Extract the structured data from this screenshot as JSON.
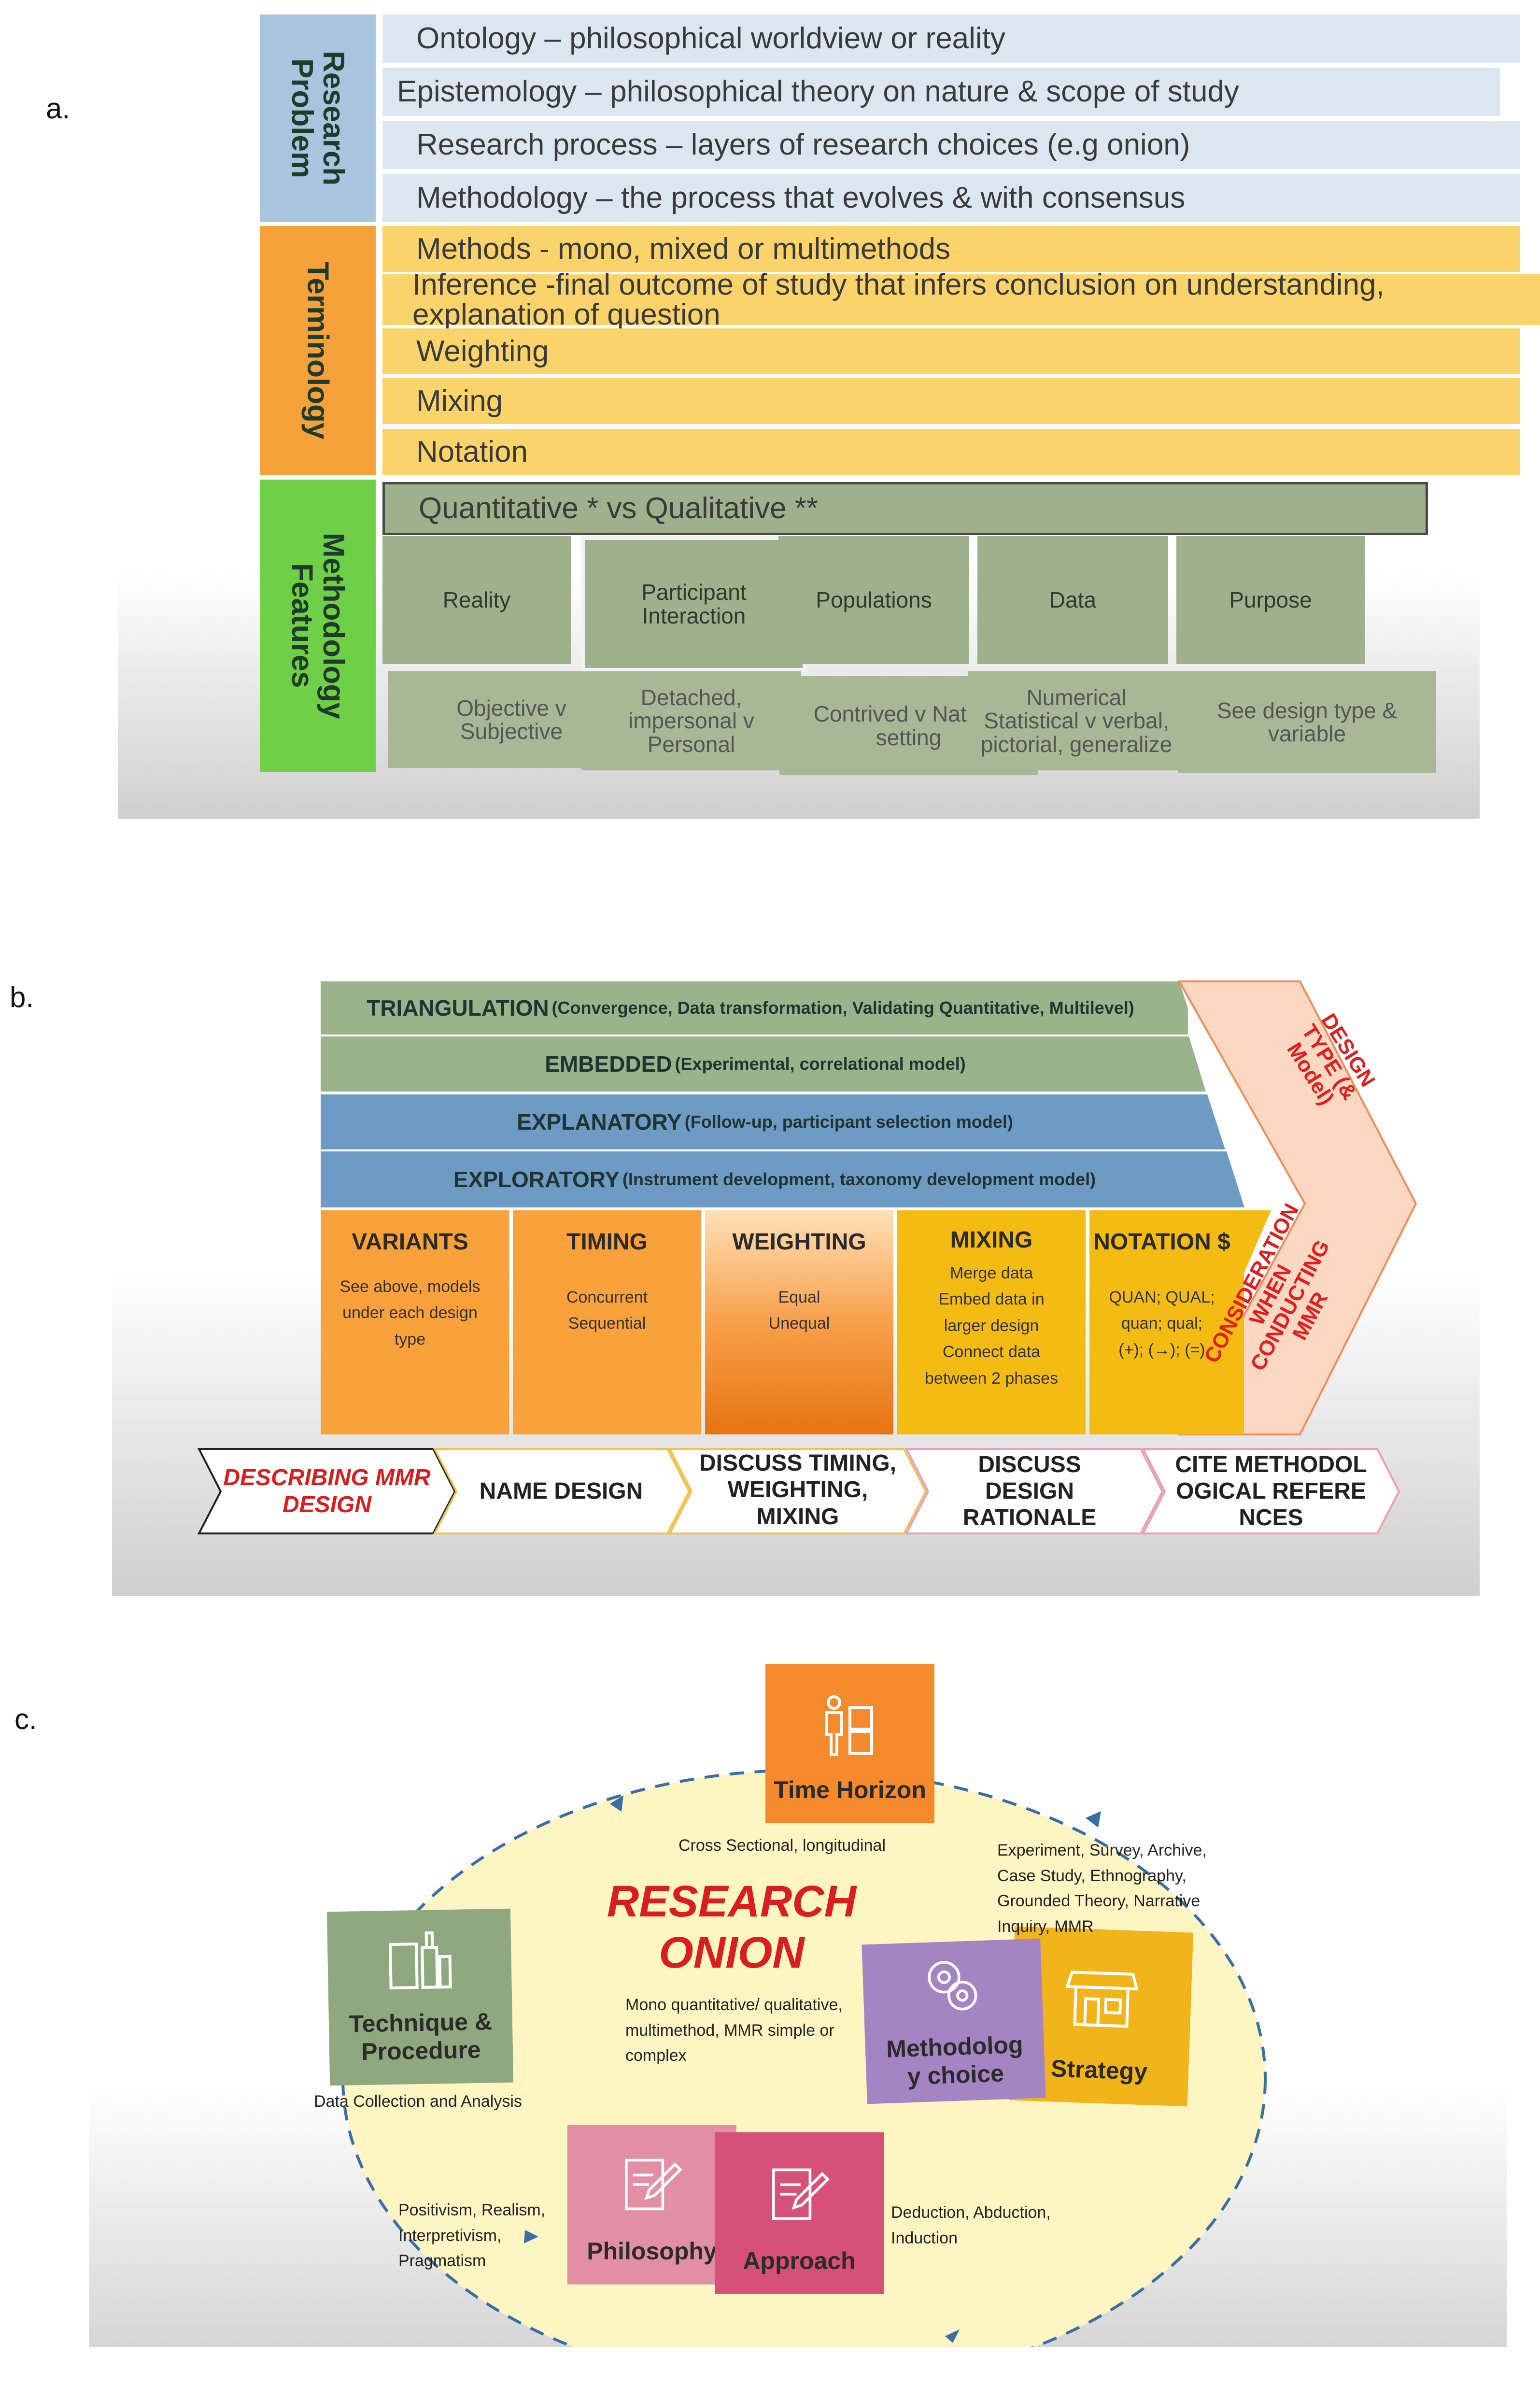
{
  "labels": {
    "a": "a.",
    "b": "b.",
    "c": "c."
  },
  "panel_a": {
    "sections": [
      {
        "title": "Research Problem",
        "color": "#a9c4de"
      },
      {
        "title": "Terminology",
        "color": "#f6a139"
      },
      {
        "title": "Methodology Features",
        "color": "#6fd048"
      }
    ],
    "research_problem_rows": [
      "Ontology – philosophical worldview or reality",
      "Epistemology – philosophical theory on nature & scope of study",
      "Research process – layers of research choices (e.g onion)",
      "Methodology – the process that evolves & with consensus"
    ],
    "terminology_rows": [
      "Methods - mono, mixed or multimethods",
      "Inference -final outcome of study that infers conclusion on understanding, explanation of question",
      "Weighting",
      "Mixing",
      "Notation"
    ],
    "methodology_header": "Quantitative * vs Qualitative **",
    "features": [
      {
        "name": "Reality",
        "value": "Objective v Subjective"
      },
      {
        "name": "Participant Interaction",
        "value": "Detached, impersonal v Personal"
      },
      {
        "name": "Populations",
        "value": "Contrived v Natural setting"
      },
      {
        "name": "Data",
        "value": "Numerical Statistical v verbal, pictorial, generalize"
      },
      {
        "name": "Purpose",
        "value": "See design type & variable"
      }
    ]
  },
  "panel_b": {
    "design_types": [
      {
        "name": "TRIANGULATION",
        "detail": "(Convergence, Data transformation, Validating Quantitative, Multilevel)",
        "color": "#9bb38a"
      },
      {
        "name": "EMBEDDED",
        "detail": "(Experimental, correlational model)",
        "color": "#9bb38a"
      },
      {
        "name": "EXPLANATORY",
        "detail": "(Follow-up, participant selection model)",
        "color": "#6d9bc3"
      },
      {
        "name": "EXPLORATORY",
        "detail": "(Instrument development, taxonomy development model)",
        "color": "#6d9bc3"
      }
    ],
    "design_type_label": "DESIGN TYPE (& Model)",
    "consideration_label": "CONSIDERATION WHEN CONDUCTING MMR",
    "considerations": [
      {
        "name": "VARIANTS",
        "text": [
          "See above, models",
          "under each design",
          "type"
        ]
      },
      {
        "name": "TIMING",
        "text": [
          "Concurrent",
          "Sequential"
        ]
      },
      {
        "name": "WEIGHTING",
        "text": [
          "Equal",
          "Unequal"
        ]
      },
      {
        "name": "MIXING",
        "text": [
          "Merge data",
          "Embed data in",
          "larger design",
          "Connect data",
          "between 2 phases"
        ]
      },
      {
        "name": "NOTATION $",
        "text": [
          "QUAN; QUAL;",
          "quan; qual;",
          "(+); (→); (=)"
        ]
      }
    ],
    "steps": [
      "DESCRIBING MMR DESIGN",
      "NAME DESIGN",
      "DISCUSS TIMING, WEIGHTING, MIXING",
      "DISCUSS DESIGN RATIONALE",
      "CITE METHODOLOGICAL REFERENCES"
    ]
  },
  "panel_c": {
    "title_line1": "RESEARCH",
    "title_line2": "ONION",
    "cards": {
      "time_horizon": {
        "label": "Time Horizon",
        "note": "Cross Sectional, longitudinal",
        "icon": "people-boxes-icon",
        "color": "#f58a2c"
      },
      "strategy": {
        "label": "Strategy",
        "note": "Experiment, Survey, Archive, Case Study, Ethnography, Grounded Theory, Narrative Inquiry, MMR",
        "icon": "storefront-icon",
        "color": "#f2b41b"
      },
      "methodology": {
        "label": "Methodolog y choice",
        "note": "Mono quantitative/ qualitative, multimethod, MMR simple or complex",
        "icon": "gears-icon",
        "color": "#a584c4"
      },
      "approach": {
        "label": "Approach",
        "note": "Deduction, Abduction, Induction",
        "icon": "pen-paper-icon",
        "color": "#d75079"
      },
      "philosophy": {
        "label": "Philosophy",
        "note": "Positivism, Realism, Interpretivism, Pragmatism",
        "icon": "pen-paper-icon",
        "color": "#e28fa6"
      },
      "technique": {
        "label": "Technique & Procedure",
        "note": "Data Collection and Analysis",
        "icon": "bottles-icon",
        "color": "#8fa87f"
      }
    }
  }
}
